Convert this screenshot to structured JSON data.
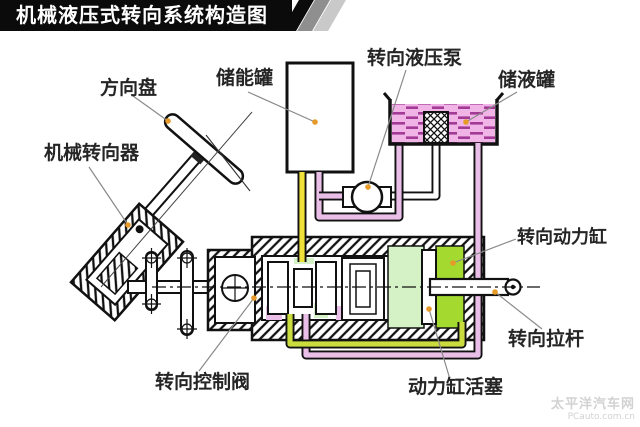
{
  "title_bar": {
    "title": "机械液压式转向系统构造图"
  },
  "labels": {
    "steering_wheel": "方向盘",
    "accumulator": "储能罐",
    "hydraulic_pump": "转向液压泵",
    "reservoir": "储液罐",
    "mechanical_steering_gear": "机械转向器",
    "power_cylinder": "转向动力缸",
    "tie_rod": "转向拉杆",
    "control_valve": "转向控制阀",
    "piston": "动力缸活塞"
  },
  "watermark": {
    "line1": "太平洋汽车网",
    "line2": "PCauto.com.cn"
  },
  "colors": {
    "title_bar_bg": "#0b0b0b",
    "title_text": "#ffffff",
    "slash_gray": "#8f8f8f",
    "slash_light_gray": "#c9c9c9",
    "hydraulic_fluid_pink": "#f0b4e6",
    "fluid_dash_magenta": "#a23a96",
    "pipe_pink": "#e9bfe7",
    "pipe_yellow": "#f0e13a",
    "pipe_yellow_green": "#cadc3e",
    "piston_green": "#a4d930",
    "chamber_green": "#d4f2c6",
    "leader_arrow_orange": "#e69a28",
    "line_black": "#111111"
  }
}
